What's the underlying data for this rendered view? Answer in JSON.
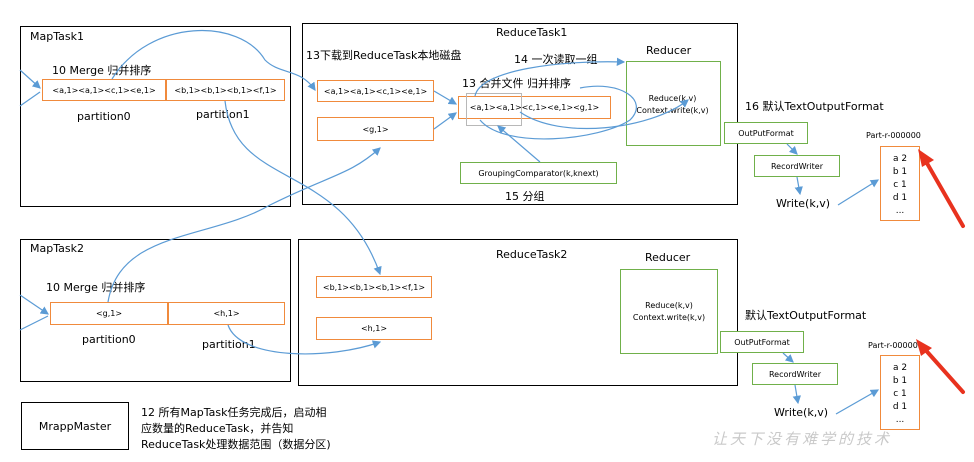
{
  "maptask1": {
    "title": "MapTask1",
    "merge_label": "10 Merge 归并排序",
    "partition0_content": "<a,1><a,1><c,1><e,1>",
    "partition1_content": "<b,1><b,1><b,1><f,1>",
    "partition0_label": "partition0",
    "partition1_label": "partition1"
  },
  "maptask2": {
    "title": "MapTask2",
    "merge_label": "10 Merge 归并排序",
    "partition0_content": "<g,1>",
    "partition1_content": "<h,1>",
    "partition0_label": "partition0",
    "partition1_label": "partition1"
  },
  "reducetask1": {
    "title": "ReduceTask1",
    "download_label": "13下载到ReduceTask本地磁盘",
    "read_label": "14 一次读取一组",
    "merge_label": "13 合并文件 归并排序",
    "file1": "<a,1><a,1><c,1><e,1>",
    "file2": "<g,1>",
    "merged": "<a,1><a,1><c,1><e,1><g,1>",
    "grouping": "GroupingComparator(k,knext)",
    "group_label": "15 分组",
    "reducer_title": "Reducer",
    "reducer_line1": "Reduce(k,v)",
    "reducer_line2": "Context.write(k,v)"
  },
  "reducetask2": {
    "title": "ReduceTask2",
    "file1": "<b,1><b,1><b,1><f,1>",
    "file2": "<h,1>",
    "reducer_title": "Reducer",
    "reducer_line1": "Reduce(k,v)",
    "reducer_line2": "Context.write(k,v)"
  },
  "output1": {
    "default_label": "16 默认TextOutputFormat",
    "outputformat": "OutPutFormat",
    "recordwriter": "RecordWriter",
    "write": "Write(k,v)",
    "part_name": "Part-r-000000",
    "lines": [
      "a 2",
      "b 1",
      "c 1",
      "d 1",
      "..."
    ]
  },
  "output2": {
    "default_label": "默认TextOutputFormat",
    "outputformat": "OutPutFormat",
    "recordwriter": "RecordWriter",
    "write": "Write(k,v)",
    "part_name": "Part-r-000001",
    "lines": [
      "a 2",
      "b 1",
      "c 1",
      "d 1",
      "..."
    ]
  },
  "mrappmaster": {
    "title": "MrappMaster",
    "note_line1": "12 所有MapTask任务完成后，启动相",
    "note_line2": "应数量的ReduceTask，并告知",
    "note_line3": "ReduceTask处理数据范围（数据分区)"
  },
  "watermark": "让天下没有难学的技术",
  "colors": {
    "orange_border": "#f08a3c",
    "green_border": "#70b04a",
    "arrow_blue": "#5b9bd5",
    "red_arrow": "#e8321e"
  }
}
